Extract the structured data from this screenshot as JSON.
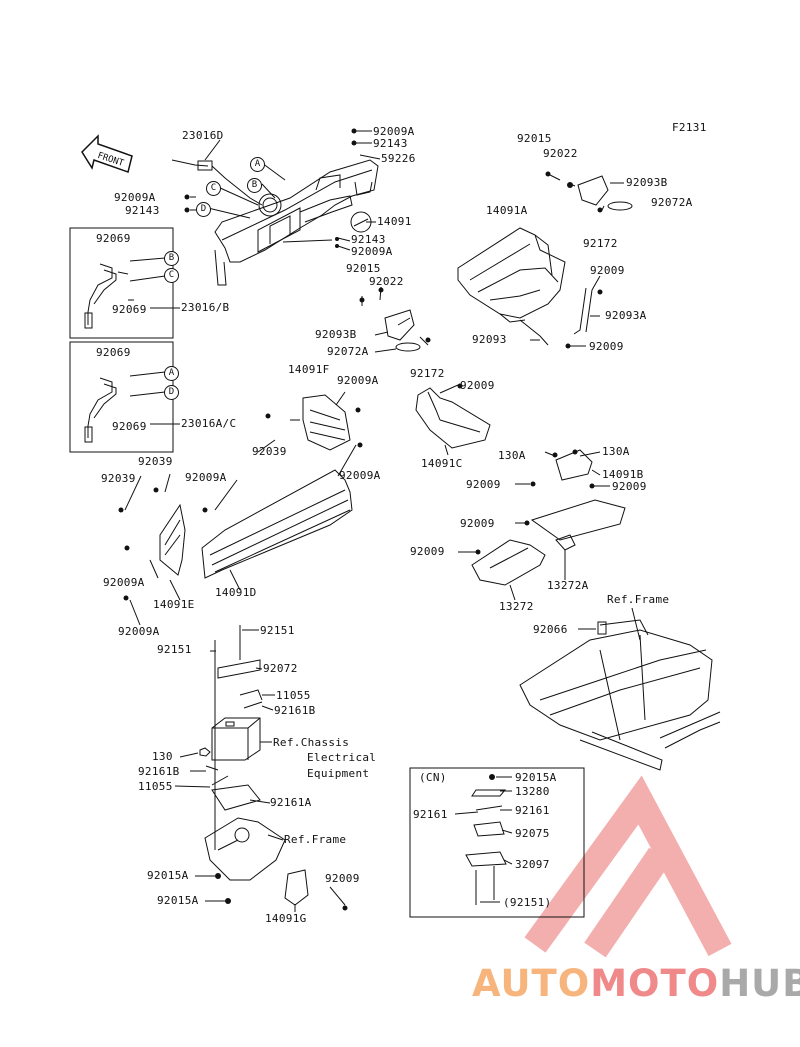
{
  "figure_code": "F2131",
  "front_label": "FRONT",
  "callouts": {
    "a": "A",
    "b": "B",
    "c": "C",
    "d": "D"
  },
  "parts": {
    "p23016D": "23016D",
    "p92009A_top": "92009A",
    "p92143_top": "92143",
    "p59226": "59226",
    "p92009A_l": "92009A",
    "p92143_l": "92143",
    "p14091": "14091",
    "p92143_m": "92143",
    "p92009A_m": "92009A",
    "p92069_a": "92069",
    "p92069_b": "92069",
    "p23016B": "23016/B",
    "p92069_c": "92069",
    "p92069_d": "92069",
    "p23016AC": "23016A/C",
    "p92015_m": "92015",
    "p92022_m": "92022",
    "p92093B_m": "92093B",
    "p92072A_m": "92072A",
    "p92172_m": "92172",
    "p92015_r": "92015",
    "p92022_r": "92022",
    "p92093B_r": "92093B",
    "p92072A_r": "92072A",
    "p92172_r": "92172",
    "p14091A": "14091A",
    "p92009_r1": "92009",
    "p92093A": "92093A",
    "p92093": "92093",
    "p92009_r2": "92009",
    "p14091F": "14091F",
    "p92009A_f": "92009A",
    "p92039_1": "92039",
    "p92009A_f2": "92009A",
    "p92039_2": "92039",
    "p92039_3": "92039",
    "p92009A_d": "92009A",
    "p92009A_e": "92009A",
    "p14091E": "14091E",
    "p14091D": "14091D",
    "p92009A_e2": "92009A",
    "p92009_c": "92009",
    "p14091C": "14091C",
    "p130A_1": "130A",
    "p130A_2": "130A",
    "p14091B": "14091B",
    "p92009_b1": "92009",
    "p92009_b2": "92009",
    "p92009_b3": "92009",
    "p92009_b4": "92009",
    "p13272A": "13272A",
    "p13272": "13272",
    "ref_frame_r": "Ref.Frame",
    "p92066": "92066",
    "p92151_1": "92151",
    "p92151_2": "92151",
    "p92072": "92072",
    "p11055_1": "11055",
    "p92161B_1": "92161B",
    "ref_chassis_1": "Ref.Chassis",
    "ref_chassis_2": "Electrical",
    "ref_chassis_3": "Equipment",
    "p130": "130",
    "p92161B_2": "92161B",
    "p11055_2": "11055",
    "p92161A": "92161A",
    "ref_frame_b": "Ref.Frame",
    "p92015A_1": "92015A",
    "p92015A_2": "92015A",
    "p92009_g": "92009",
    "p14091G": "14091G"
  },
  "cn_box": {
    "title": "(CN)",
    "p92015A": "92015A",
    "p13280": "13280",
    "p92161_l": "92161",
    "p92161_r": "92161",
    "p92075": "92075",
    "p32097": "32097",
    "p92151": "(92151)"
  },
  "watermark": {
    "part1": "AUTO",
    "part2": "MOTO",
    "part3": "HUB"
  },
  "colors": {
    "watermark_orange": "#f7b57d",
    "watermark_red": "#f08989",
    "watermark_gray": "#a9a9a9",
    "line": "#111111"
  }
}
